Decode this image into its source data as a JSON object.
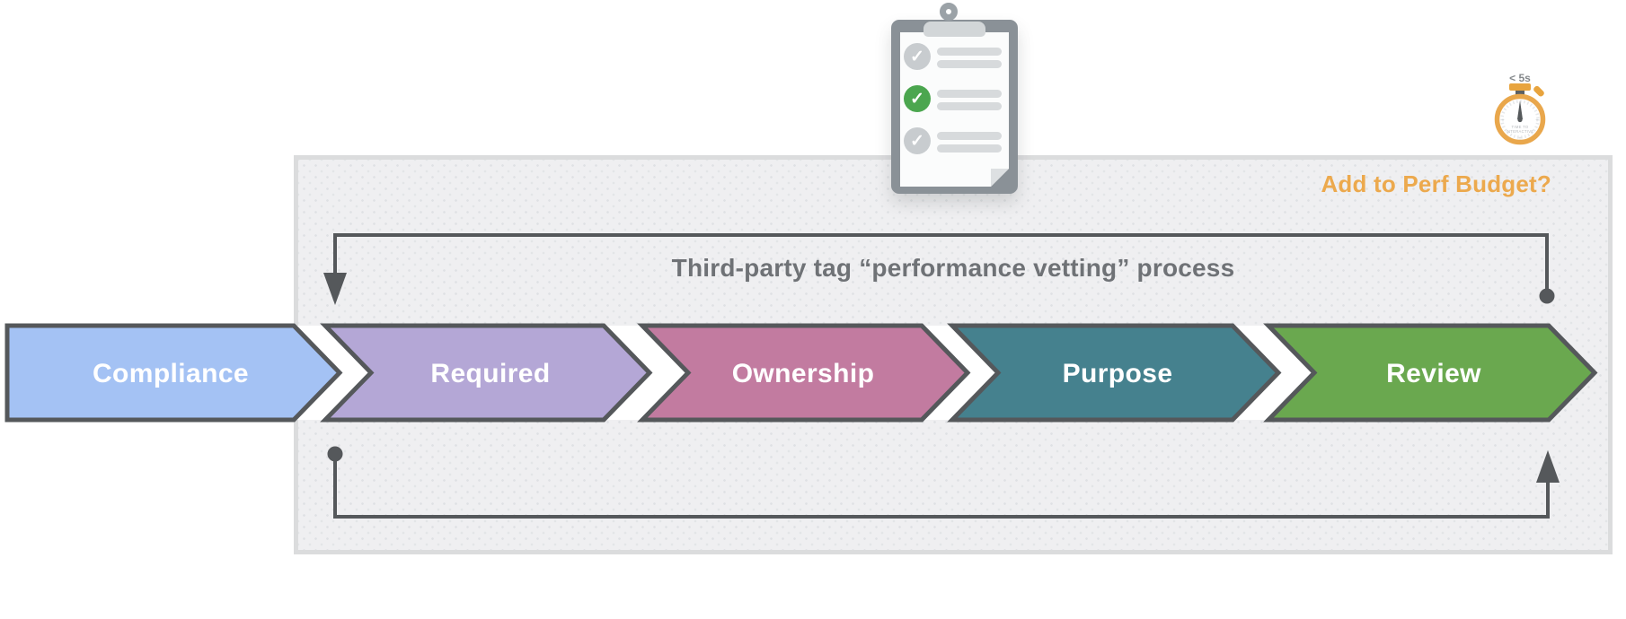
{
  "diagram": {
    "title": "Third-party tag “performance vetting” process",
    "perf_budget_label": "Add to Perf Budget?",
    "outline_color": "#55585B",
    "steps": [
      {
        "label": "Compliance",
        "color": "#A4C2F4"
      },
      {
        "label": "Required",
        "color": "#B4A7D6"
      },
      {
        "label": "Ownership",
        "color": "#C27BA0"
      },
      {
        "label": "Purpose",
        "color": "#45818E"
      },
      {
        "label": "Review",
        "color": "#6AA84F"
      }
    ]
  },
  "stopwatch": {
    "top_label": "< 5s",
    "face_line1": "TIME TO",
    "face_line2": "INTERACTIVE",
    "accent_color": "#E9A74C"
  },
  "clipboard": {
    "items": [
      {
        "glyph": "✓",
        "circle_color": "#C8CCCF",
        "state": "muted-check"
      },
      {
        "glyph": "✓",
        "circle_color": "#4BA64F",
        "state": "green-check"
      },
      {
        "glyph": "✓",
        "circle_color": "#C8CCCF",
        "state": "muted-check"
      }
    ]
  }
}
